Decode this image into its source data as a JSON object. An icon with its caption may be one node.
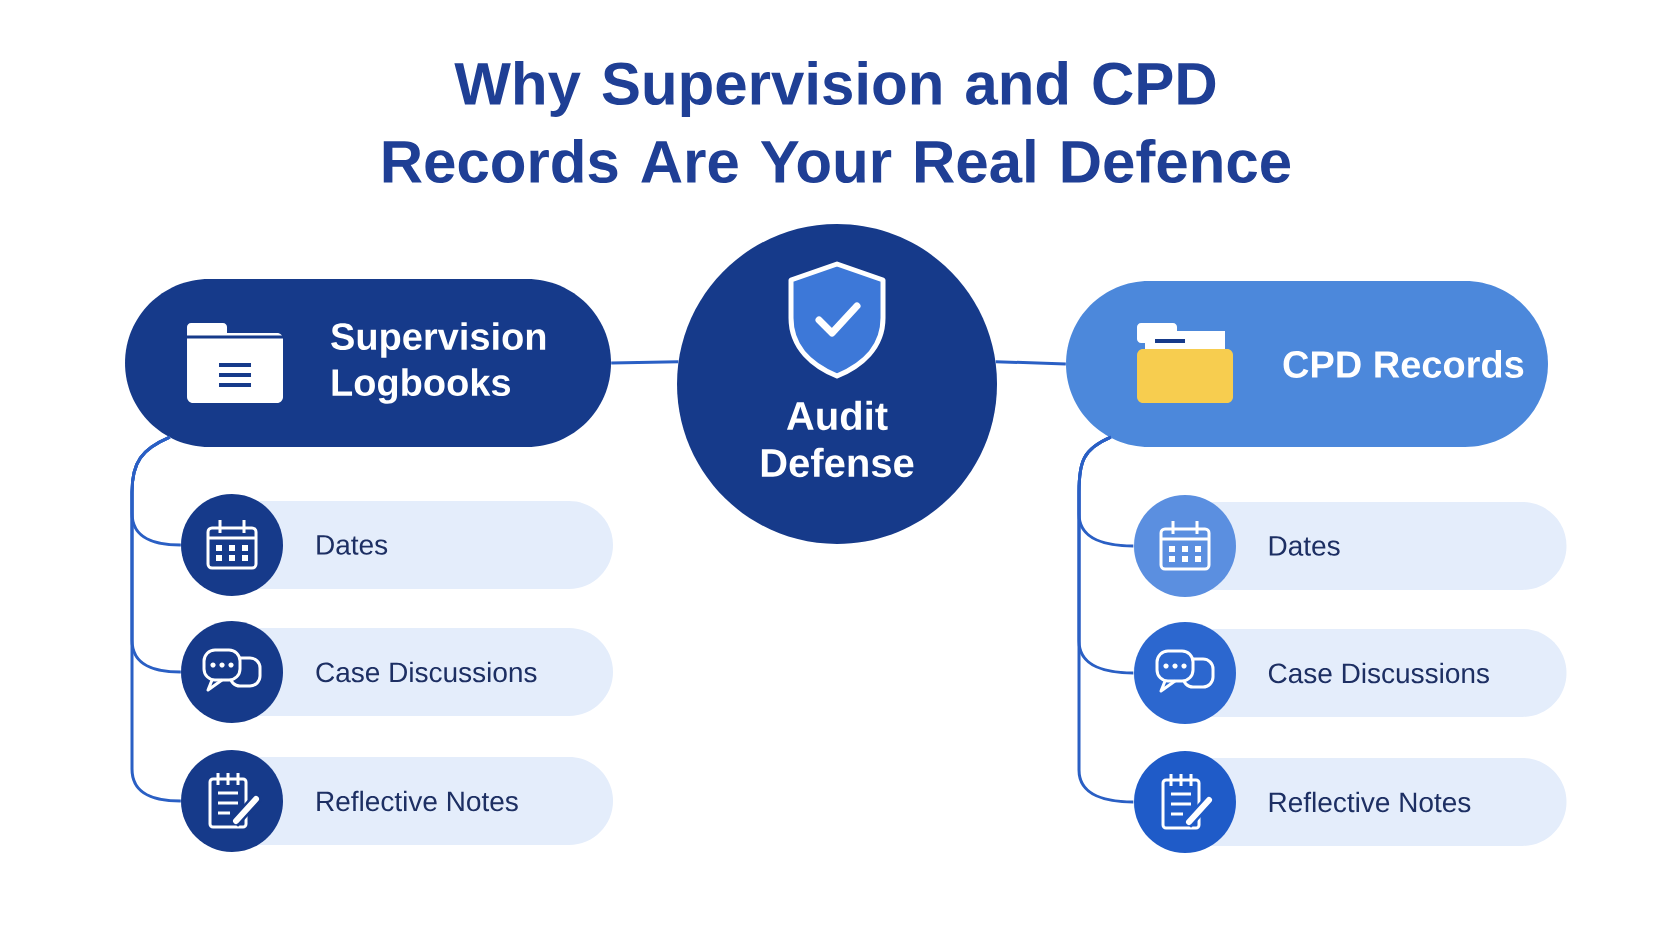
{
  "diagram": {
    "title": "Why Supervision and CPD Records Are Your Real Defence",
    "nodes": [
      {
        "text": [
          "Supervision Logbooks"
        ]
      },
      {
        "text": [
          "Audit Defense"
        ]
      },
      {
        "text": [
          "CPD Records"
        ]
      },
      {
        "text": [
          "Dates"
        ]
      },
      {
        "text": [
          "Case Discussions"
        ]
      },
      {
        "text": [
          "Reflective Notes"
        ]
      },
      {
        "text": [
          "Dates"
        ]
      },
      {
        "text": [
          "Case Discussions"
        ]
      },
      {
        "text": [
          "Reflective Notes"
        ]
      }
    ],
    "edges": [
      {
        "from": 0,
        "to": 1,
        "arrow": "none"
      },
      {
        "from": 1,
        "to": 2,
        "arrow": "none"
      },
      {
        "from": 0,
        "to": 3,
        "arrow": "none"
      },
      {
        "from": 0,
        "to": 4,
        "arrow": "none"
      },
      {
        "from": 0,
        "to": 5,
        "arrow": "none"
      },
      {
        "from": 2,
        "to": 6,
        "arrow": "none"
      },
      {
        "from": 2,
        "to": 7,
        "arrow": "none"
      },
      {
        "from": 2,
        "to": 8,
        "arrow": "none"
      }
    ]
  }
}
